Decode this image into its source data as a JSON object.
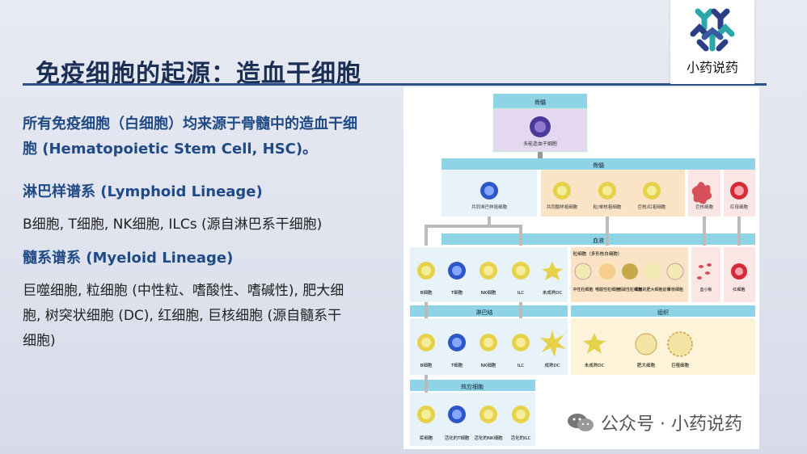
{
  "title": "免疫细胞的起源：造血干细胞",
  "logo": {
    "text": "小药说药",
    "icon": "molecule-logo-icon"
  },
  "paragraphs": {
    "intro_line1": "所有免疫细胞（白细胞）均来源于骨髓中的造血干细",
    "intro_line2": "胞 (Hematopoietic Stem Cell, HSC)。",
    "lymphoid_head": "淋巴样谱系 (Lymphoid Lineage)",
    "lymphoid_body": "B细胞, T细胞, NK细胞, ILCs (源自淋巴系干细胞)",
    "myeloid_head": "髓系谱系 (Myeloid Lineage)",
    "myeloid_line1": "巨噬细胞, 粒细胞 (中性粒、嗜酸性、嗜碱性), 肥大细",
    "myeloid_line2": "胞, 树突状细胞 (DC), 红细胞, 巨核细胞 (源自髓系干",
    "myeloid_line3": "细胞)"
  },
  "figure": {
    "sections": {
      "top": "骨髓",
      "marrow": "骨髓",
      "blood": "血液",
      "lymph": "淋巴结",
      "tissue": "组织",
      "effector": "效应细胞"
    },
    "hsc": "多能造血干细胞",
    "progenitors": [
      "共同淋巴样祖细胞",
      "共同髓样祖细胞",
      "粒/单核祖细胞",
      "巨核/红祖细胞",
      "巨核细胞",
      "红母细胞"
    ],
    "blood_cells": [
      "B细胞",
      "T细胞",
      "NK细胞",
      "ILC",
      "未成熟DC",
      "中性粒细胞",
      "嗜酸性粒细胞",
      "嗜碱性粒细胞",
      "未知的肥大细胞前体",
      "单核细胞",
      "血小板",
      "红细胞"
    ],
    "granulocyte_label": "粒细胞（多形核白细胞）",
    "lymph_cells": [
      "B细胞",
      "T细胞",
      "NK细胞",
      "ILC",
      "成熟DC"
    ],
    "tissue_cells": [
      "未成熟DC",
      "肥大细胞",
      "巨噬细胞"
    ],
    "effector_cells": [
      "浆细胞",
      "活化的T细胞",
      "活化的NK细胞",
      "活化的ILC"
    ]
  },
  "watermark": {
    "text": "公众号 · 小药说药",
    "icon": "wechat-icon"
  }
}
